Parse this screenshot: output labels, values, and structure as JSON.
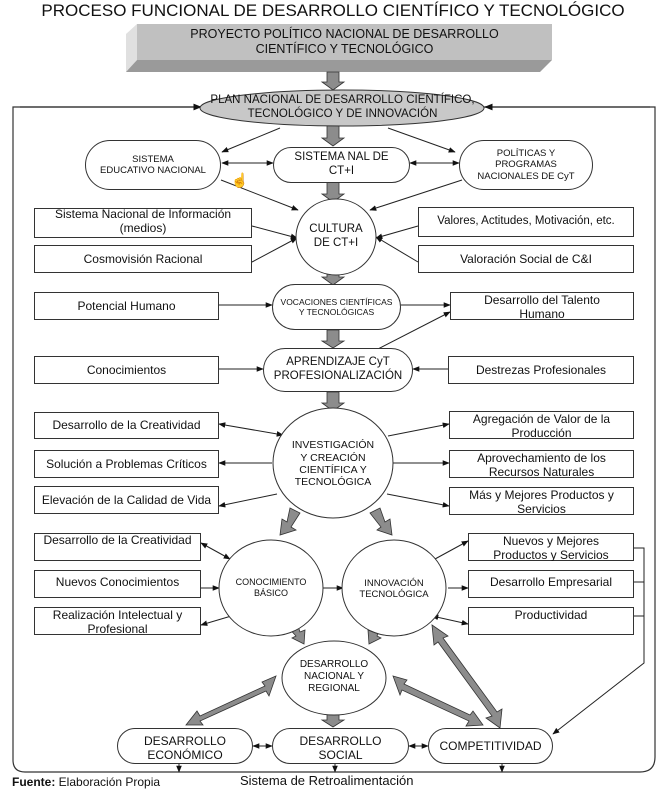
{
  "title": "PROCESO FUNCIONAL DE DESARROLLO CIENTÍFICO Y TECNOLÓGICO",
  "banner": "PROYECTO POLÍTICO NACIONAL DE DESARROLLO\nCIENTÍFICO Y TECNOLÓGICO",
  "nodes": {
    "plan": "PLAN NACIONAL DE DESARROLLO CIENTÍFICO,\nTECNOLÓGICO Y DE INNOVACIÓN",
    "sistema_educativo": "SISTEMA\nEDUCATIVO NACIONAL",
    "sistema_nal": "SISTEMA NAL DE\nCT+I",
    "politicas": "POLÍTICAS Y\nPROGRAMAS\nNACIONALES DE CyT",
    "cultura": "CULTURA\nDE CT+I",
    "vocaciones": "VOCACIONES CIENTÍFICAS\nY TECNOLÓGICAS",
    "aprendizaje": "APRENDIZAJE CyT\nPROFESIONALIZACIÓN",
    "investigacion": "INVESTIGACIÓN\nY CREACIÓN\nCIENTÍFICA Y\nTECNOLÓGICA",
    "conocimiento_basico": "CONOCIMIENTO\nBÁSICO",
    "innovacion": "INNOVACIÓN\nTECNOLÓGICA",
    "desarrollo_nacional": "DESARROLLO\nNACIONAL Y\nREGIONAL",
    "desarrollo_economico": "DESARROLLO\nECONÓMICO",
    "desarrollo_social": "DESARROLLO\nSOCIAL",
    "competitividad": "COMPETITIVIDAD"
  },
  "boxes": {
    "sistema_informacion": "Sistema Nacional de Información\n(medios)",
    "cosmovision": "Cosmovisión Racional",
    "valores": "Valores, Actitudes, Motivación, etc.",
    "valoracion": "Valoración Social de C&I",
    "potencial": "Potencial Humano",
    "talento": "Desarrollo del Talento\nHumano",
    "conocimientos": "Conocimientos",
    "destrezas": "Destrezas Profesionales",
    "creatividad_1": "Desarrollo de la Creatividad",
    "problemas": "Solución a Problemas Críticos",
    "calidad_vida": "Elevación de la Calidad de Vida",
    "valor_produccion": "Agregación de Valor de la\nProducción",
    "recursos": "Aprovechamiento de los\nRecursos Naturales",
    "productos_1": "Más y Mejores Productos y\nServicios",
    "creatividad_2": "Desarrollo de la Creatividad",
    "nuevos_conocimientos": "Nuevos Conocimientos",
    "realizacion": "Realización Intelectual y\nProfesional",
    "productos_2": "Nuevos y Mejores\nProductos y Servicios",
    "empresarial": "Desarrollo Empresarial",
    "productividad": "Productividad"
  },
  "footer": {
    "source_label": "Fuente:",
    "source_value": " Elaboración Propia",
    "feedback": "Sistema de Retroalimentación"
  },
  "colors": {
    "ellipse_fill": "#c8c8c8",
    "banner_face": "#c0c0c0",
    "banner_bevel_left": "#e0e0e0",
    "banner_bevel_bottom": "#9a9a9a",
    "block_arrow": "#8c8c8c"
  }
}
